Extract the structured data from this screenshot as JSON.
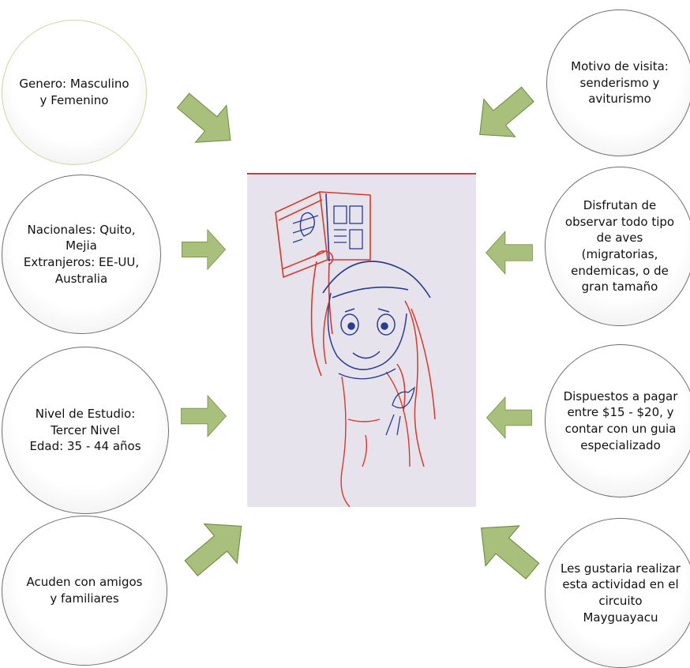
{
  "colors": {
    "arrow_fill": "#a9bf7c",
    "arrow_stroke": "#6f8a42",
    "paper": "#e7e3ec",
    "sketch_red": "#d23a2c",
    "sketch_blue": "#2a3d8f"
  },
  "nodes": {
    "genero": "Genero: Masculino\ny Femenino",
    "procedencia": "Nacionales: Quito,\nMejia\nExtranjeros: EE-UU,\nAustralia",
    "estudio": "Nivel de Estudio:\nTercer Nivel\nEdad: 35 - 44 años",
    "compania": "Acuden con amigos\ny familiares",
    "motivo": "Motivo de visita:\nsenderismo y\naviturismo",
    "aves": "Disfrutan de\nobservar todo tipo\nde aves\n(migratorias,\nendemicas, o de\ngran tamaño",
    "pago": "Dispuestos a pagar\nentre $15 - $20, y\ncontar con un guia\nespecializado",
    "circuito": "Les gustaria realizar\nesta actividad en el\ncircuito\nMayguayacu"
  },
  "center_image": {
    "icon": "sketch-girl-with-book-and-birds"
  }
}
